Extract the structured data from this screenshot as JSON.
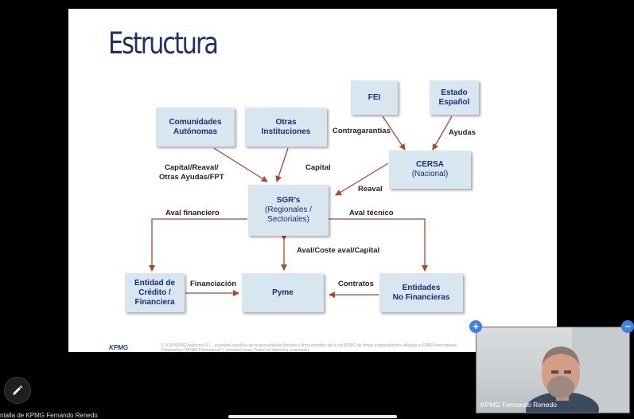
{
  "slide": {
    "title": "Estructura",
    "boxes": {
      "comunidades": "Comunidades\nAutónomas",
      "otras": "Otras\nInstituciones",
      "fei": "FEI",
      "estado": "Estado\nEspañol",
      "cersa_title": "CERSA",
      "cersa_sub": "(Nacional)",
      "sgr_title": "SGR’s",
      "sgr_sub": "(Regionales /\nSectoriales)",
      "entidad_credito": "Entidad de\nCrédito /\nFinanciera",
      "pyme": "Pyme",
      "entidades_nofin": "Entidades\nNo Financieras"
    },
    "labels": {
      "contragarantias": "Contragarantías",
      "ayudas": "Ayudas",
      "capital_reaval": "Capital/Reaval/\nOtras Ayudas/FPT",
      "capital": "Capital",
      "reaval": "Reaval",
      "aval_financiero": "Aval financiero",
      "aval_tecnico": "Aval técnico",
      "aval_coste": "Aval/Coste aval/Capital",
      "financiacion": "Financiación",
      "contratos": "Contratos"
    },
    "logo": "KPMG",
    "footer": "© 2018 KPMG Auditores S.L., sociedad española de responsabilidad limitada y firma miembro de la red KPMG de firmas independientes afiliadas a KPMG International Cooperative (\"KPMG International\"), sociedad suiza. Todos los derechos reservados."
  },
  "meeting": {
    "screen_caption": "ntalla de KPMG Fernando Renedo",
    "participant_name": "KPMG Fernando Renedo",
    "add_icon": "plus-icon",
    "minimize_icon": "minus-icon",
    "edit_icon": "pencil-icon"
  },
  "colors": {
    "box_fill": "#d7e6ef",
    "box_text": "#1a2d7a",
    "arrow": "#b5452a",
    "title": "#1e2f6e",
    "accent_blue": "#3a82e6"
  }
}
